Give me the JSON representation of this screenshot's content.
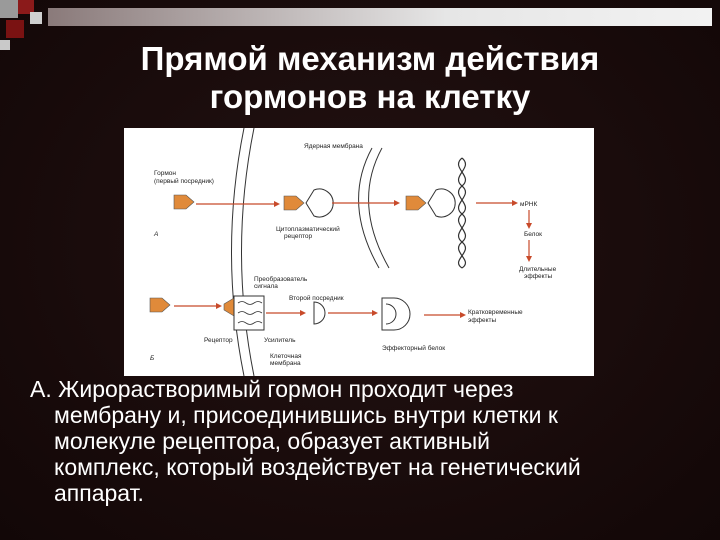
{
  "slide": {
    "title_line1": "Прямой механизм действия",
    "title_line2": "гормонов на клетку"
  },
  "figure": {
    "label_A": "А",
    "label_B": "Б",
    "hormone_label_1": "Гормон",
    "hormone_label_2": "(первый посредник)",
    "nuclear_membrane": "Ядерная мембрана",
    "cyto_receptor_1": "Цитоплазматический",
    "cyto_receptor_2": "рецептор",
    "mrna": "мРНК",
    "protein": "Белок",
    "long_effects_1": "Длительные",
    "long_effects_2": "эффекты",
    "transducer_1": "Преобразователь",
    "transducer_2": "сигнала",
    "second_messenger": "Второй посредник",
    "short_effects_1": "Кратковременные",
    "short_effects_2": "эффекты",
    "receptor": "Рецептор",
    "amplifier": "Усилитель",
    "cell_membrane_1": "Клеточная",
    "cell_membrane_2": "мембрана",
    "effector_protein": "Эффекторный белок"
  },
  "caption": {
    "line1": "А. Жирорастворимый  гормон проходит через",
    "line2": "мембрану и, присоединившись внутри клетки к",
    "line3": "молекуле рецептора, образует активный",
    "line4": "комплекс, который воздействует на генетический",
    "line5": "аппарат."
  },
  "colors": {
    "background": "#1a0d0d",
    "hormone_fill": "#e08a3a",
    "arrow_red": "#c84a2a"
  }
}
